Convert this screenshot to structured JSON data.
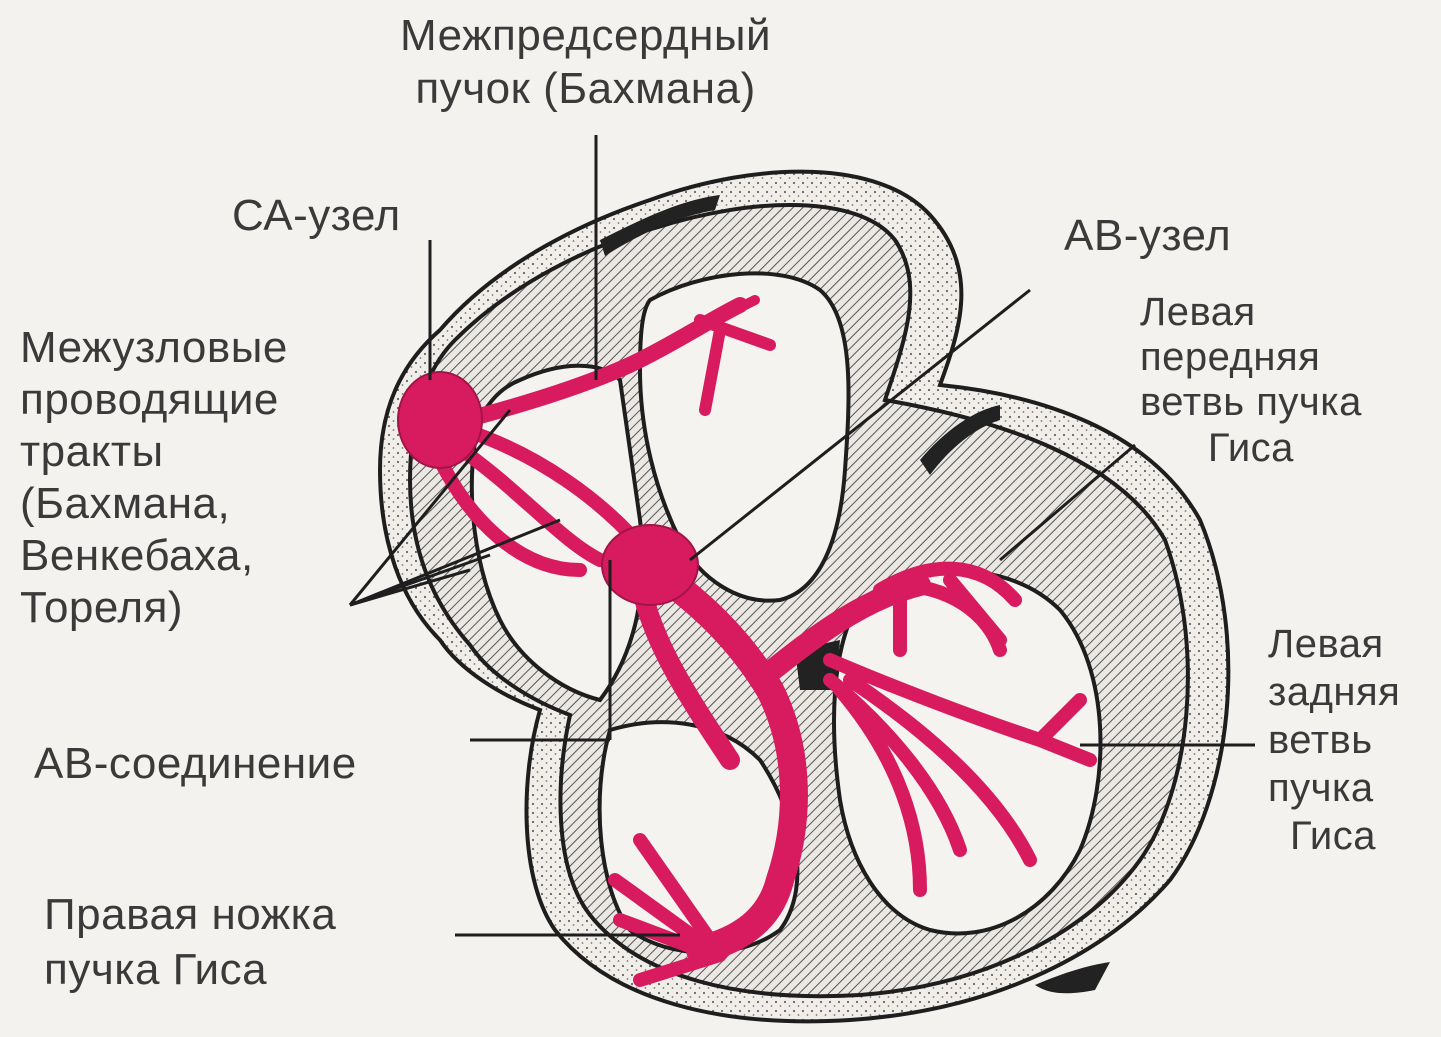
{
  "labels": {
    "bachmann_bundle": [
      "Межпредсердный",
      "пучок (Бахмана)"
    ],
    "sa_node": "СА-узел",
    "av_node": "АВ-узел",
    "internodal_tracts": [
      "Межузловые",
      "проводящие",
      "тракты",
      "(Бахмана,",
      "Венкебаха,",
      "Тореля)"
    ],
    "left_anterior_branch": [
      "Левая",
      "передняя",
      "ветвь пучка",
      "Гиса"
    ],
    "left_posterior_branch": [
      "Левая",
      "задняя",
      "ветвь",
      "пучка",
      "Гиса"
    ],
    "av_junction": "АВ-соединение",
    "right_bundle_branch": [
      "Правая ножка",
      "пучка Гиса"
    ]
  },
  "colors": {
    "conduction": "#d81b5e",
    "wall_hatch": "#555555",
    "outline": "#1e1e1e",
    "text": "#3a3a3a",
    "background": "#f4f2ef"
  }
}
